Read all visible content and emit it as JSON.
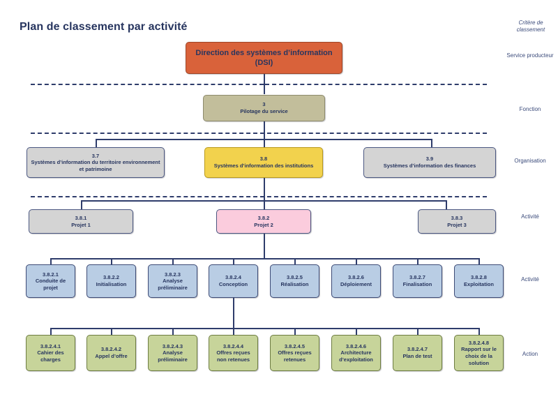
{
  "title": "Plan de classement par activité",
  "criteria_column": {
    "header": "Critère de classement",
    "labels": [
      {
        "text": "Service producteur"
      },
      {
        "text": "Fonction"
      },
      {
        "text": "Organisation"
      },
      {
        "text": "Activité"
      },
      {
        "text": "Activité"
      },
      {
        "text": "Action"
      }
    ]
  },
  "colors": {
    "root": "#d9623a",
    "fonction": "#c2be9b",
    "organisation": "#d4d4d4",
    "organisation_highlight": "#f2d24d",
    "activite": "#d4d4d4",
    "activite_highlight": "#fbccdd",
    "sous_activite": "#b9cde4",
    "action": "#c7d49a",
    "line": "#2e3c6b",
    "text": "#27355f"
  },
  "levels": {
    "service_producteur": [
      {
        "code": "",
        "name": "Direction des systèmes d’information (DSI)"
      }
    ],
    "fonction": [
      {
        "code": "3",
        "name": "Pilotage du service"
      }
    ],
    "organisation": [
      {
        "code": "3.7",
        "name": "Systèmes d’information du territoire environnement et patrimoine"
      },
      {
        "code": "3.8",
        "name": "Systèmes d’information des institutions"
      },
      {
        "code": "3.9",
        "name": "Systèmes d’information des finances"
      }
    ],
    "activite": [
      {
        "code": "3.8.1",
        "name": "Projet 1"
      },
      {
        "code": "3.8.2",
        "name": "Projet 2"
      },
      {
        "code": "3.8.3",
        "name": "Projet 3"
      }
    ],
    "sous_activite": [
      {
        "code": "3.8.2.1",
        "name": "Conduite de projet"
      },
      {
        "code": "3.8.2.2",
        "name": "Initialisation"
      },
      {
        "code": "3.8.2.3",
        "name": "Analyse préliminaire"
      },
      {
        "code": "3.8.2.4",
        "name": "Conception"
      },
      {
        "code": "3.8.2.5",
        "name": "Réalisation"
      },
      {
        "code": "3.8.2.6",
        "name": "Déploiement"
      },
      {
        "code": "3.8.2.7",
        "name": "Finalisation"
      },
      {
        "code": "3.8.2.8",
        "name": "Exploitation"
      }
    ],
    "action": [
      {
        "code": "3.8.2.4.1",
        "name": "Cahier des charges"
      },
      {
        "code": "3.8.2.4.2",
        "name": "Appel d’offre"
      },
      {
        "code": "3.8.2.4.3",
        "name": "Analyse préliminaire"
      },
      {
        "code": "3.8.2.4.4",
        "name": "Offres reçues non retenues"
      },
      {
        "code": "3.8.2.4.5",
        "name": "Offres reçues retenues"
      },
      {
        "code": "3.8.2.4.6",
        "name": "Architecture d’exploitation"
      },
      {
        "code": "3.8.2.4.7",
        "name": "Plan de test"
      },
      {
        "code": "3.8.2.4.8",
        "name": "Rapport sur le choix de la solution"
      }
    ]
  }
}
